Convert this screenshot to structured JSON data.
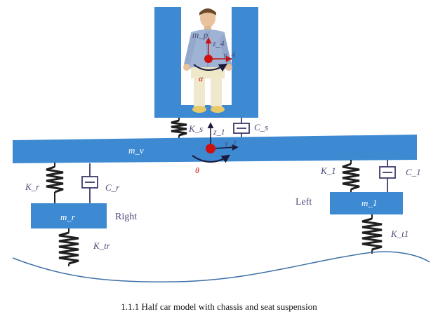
{
  "colors": {
    "body": "#3d8ad2",
    "spring": "#1f1f1f",
    "red": "#cc1111",
    "ink": "#3a3a6a"
  },
  "labels": {
    "m_p": "m_p",
    "z_4": "z_4",
    "y_4": "y_4",
    "alpha": "α",
    "K_s": "K_s",
    "z_1": "z_1",
    "C_s": "C_s",
    "m_v": "m_v",
    "y_1": "y_1",
    "theta": "θ",
    "K_r": "K_r",
    "C_r": "C_r",
    "m_r": "m_r",
    "right": "Right",
    "K_tr": "K_tr",
    "K_1": "K_1",
    "C_1": "C_1",
    "left": "Left",
    "m_1": "m_1",
    "K_t1": "K_t1"
  },
  "caption": "1.1.1 Half car model with chassis and seat suspension"
}
